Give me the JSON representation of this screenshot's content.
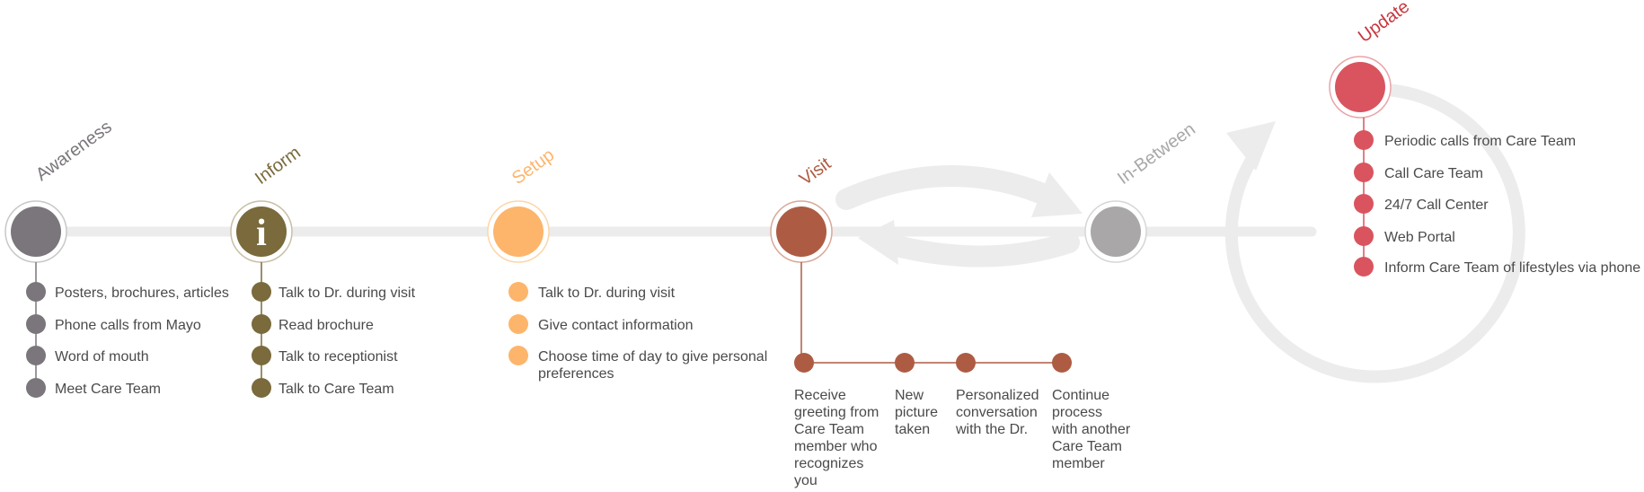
{
  "colors": {
    "track": "#ececec",
    "awareness": "#7b767c",
    "inform": "#7a6a3c",
    "setup": "#fdb56b",
    "visit": "#ad5c43",
    "between": "#a9a7a8",
    "update": "#d9545f",
    "update_label": "#c7383f",
    "text": "#4a4a4a"
  },
  "stages": [
    {
      "id": "awareness",
      "label": "Awareness",
      "icon": "circle-icon",
      "items": [
        "Posters, brochures, articles",
        "Phone calls from Mayo",
        "Word of mouth",
        "Meet Care Team"
      ]
    },
    {
      "id": "inform",
      "label": "Inform",
      "icon": "info-icon",
      "glyph": "i",
      "items": [
        "Talk to Dr. during visit",
        "Read brochure",
        "Talk to receptionist",
        "Talk to Care Team"
      ]
    },
    {
      "id": "setup",
      "label": "Setup",
      "icon": "circle-icon",
      "items": [
        "Talk to Dr. during visit",
        "Give contact information",
        "Choose time of day to give personal preferences"
      ]
    },
    {
      "id": "visit",
      "label": "Visit",
      "icon": "circle-icon",
      "steps": [
        "Receive greeting from Care Team member who recognizes you",
        "New picture taken",
        "Personalized conversation with the Dr.",
        "Continue process with another Care Team member"
      ]
    },
    {
      "id": "between",
      "label": "In-Between",
      "icon": "circle-icon"
    },
    {
      "id": "update",
      "label": "Update",
      "icon": "circle-icon",
      "items": [
        "Periodic calls from Care Team",
        "Call Care Team",
        "24/7 Call Center",
        "Web Portal",
        "Inform Care Team of lifestyles via phone"
      ]
    }
  ]
}
